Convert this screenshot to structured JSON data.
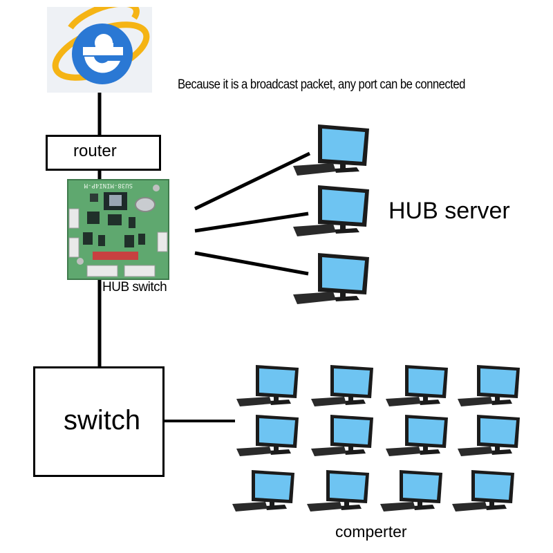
{
  "note": "Because it is a broadcast packet, any port can be connected",
  "router": {
    "label": "router"
  },
  "hub_switch": {
    "label": "HUB switch",
    "board_text": "SU38-MINI4P-M"
  },
  "hub_server": {
    "label": "HUB server",
    "computer_count": 3
  },
  "switch": {
    "label": "switch"
  },
  "computers": {
    "label": "comperter",
    "rows": 3,
    "cols": 4
  },
  "icons": {
    "browser": "internet-explorer-icon",
    "pc": "desktop-computer-icon",
    "board": "circuit-board-icon"
  },
  "colors": {
    "ie_blue": "#2a78d4",
    "ie_ring": "#f5b415",
    "screen": "#6ec4f2",
    "board": "#5fa86f"
  }
}
